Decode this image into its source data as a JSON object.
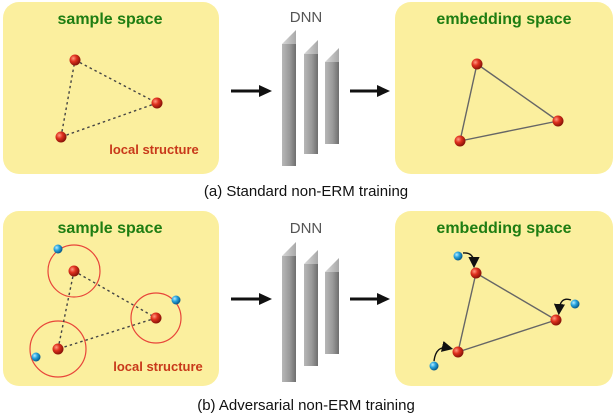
{
  "top": {
    "sample_title": "sample space",
    "dnn_label": "DNN",
    "embedding_title": "embedding space",
    "local_label": "local structure",
    "caption": "(a) Standard non-ERM training"
  },
  "bottom": {
    "sample_title": "sample space",
    "dnn_label": "DNN",
    "embedding_title": "embedding space",
    "local_label": "local structure",
    "caption": "(b) Adversarial non-ERM training"
  },
  "colors": {
    "panel_fill": "#fbef9e",
    "title_green": "#1e7d12",
    "local_red": "#c8391a",
    "node_red": "#e0301e",
    "node_blue": "#2aa6e0",
    "circle_red": "#e8463a"
  },
  "icons": [
    "right-arrow-icon",
    "curved-arrow-icon",
    "dnn-layers-icon"
  ]
}
